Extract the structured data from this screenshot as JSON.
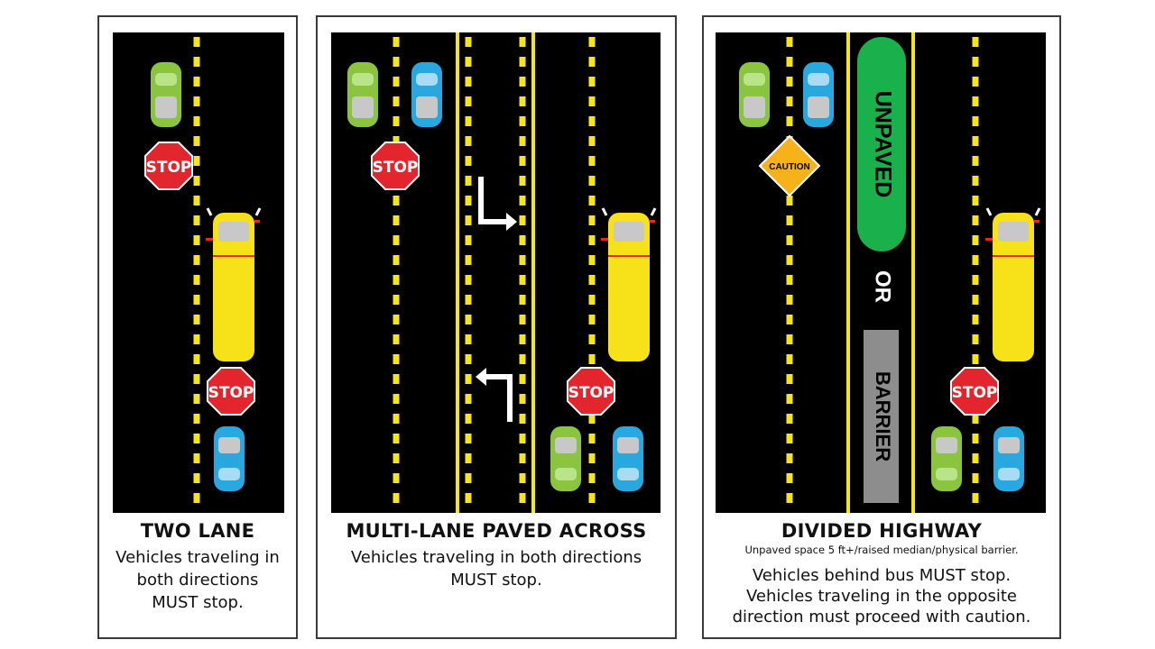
{
  "panels": [
    {
      "title": "TWO LANE",
      "description": "Vehicles traveling in\nboth directions\nMUST stop."
    },
    {
      "title": "MULTI-LANE PAVED ACROSS",
      "description": "Vehicles traveling in both directions\nMUST stop."
    },
    {
      "title": "DIVIDED HIGHWAY",
      "note": "Unpaved space 5 ft+/raised median/physical barrier.",
      "description": "Vehicles behind bus MUST stop.\nVehicles traveling in the opposite\ndirection must proceed with caution."
    }
  ],
  "signs": {
    "stop": "STOP",
    "caution": "CAUTION",
    "unpaved": "UNPAVED",
    "or": "OR",
    "barrier": "BARRIER"
  },
  "colors": {
    "road": "#000000",
    "line_yellow": "#f5e61c",
    "stop_red": "#e3262e",
    "caution_orange": "#f7b21b",
    "median_green": "#1ab04c",
    "barrier_gray": "#8d8d8d",
    "car_green": "#8bc540",
    "car_blue": "#29a8e0",
    "bus_yellow": "#f7e21a"
  }
}
